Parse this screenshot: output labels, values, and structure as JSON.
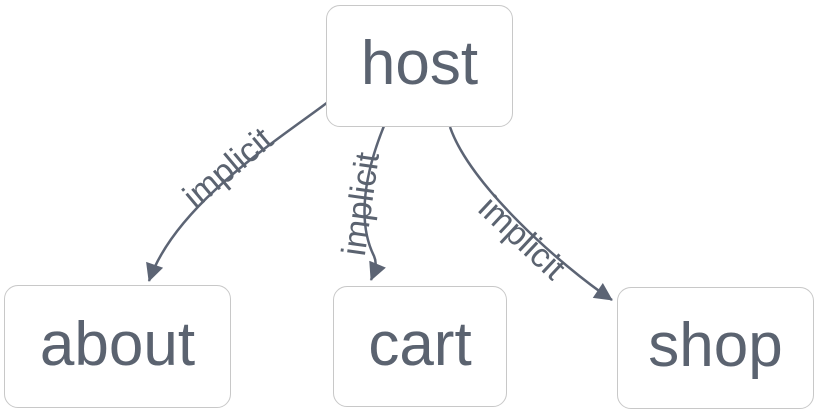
{
  "diagram": {
    "type": "flowchart",
    "direction": "top-down",
    "colors": {
      "node_fill": "#ffffff",
      "node_border": "#c8c8c8",
      "node_text": "#5b6370",
      "edge_stroke": "#5c6474",
      "edge_label_text": "#5b6370",
      "background": "#ffffff"
    },
    "nodes": [
      {
        "id": "host",
        "label": "host"
      },
      {
        "id": "about",
        "label": "about"
      },
      {
        "id": "cart",
        "label": "cart"
      },
      {
        "id": "shop",
        "label": "shop"
      }
    ],
    "edges": [
      {
        "from": "host",
        "to": "about",
        "label": "implicit"
      },
      {
        "from": "host",
        "to": "cart",
        "label": "implicit"
      },
      {
        "from": "host",
        "to": "shop",
        "label": "implicit"
      }
    ]
  }
}
